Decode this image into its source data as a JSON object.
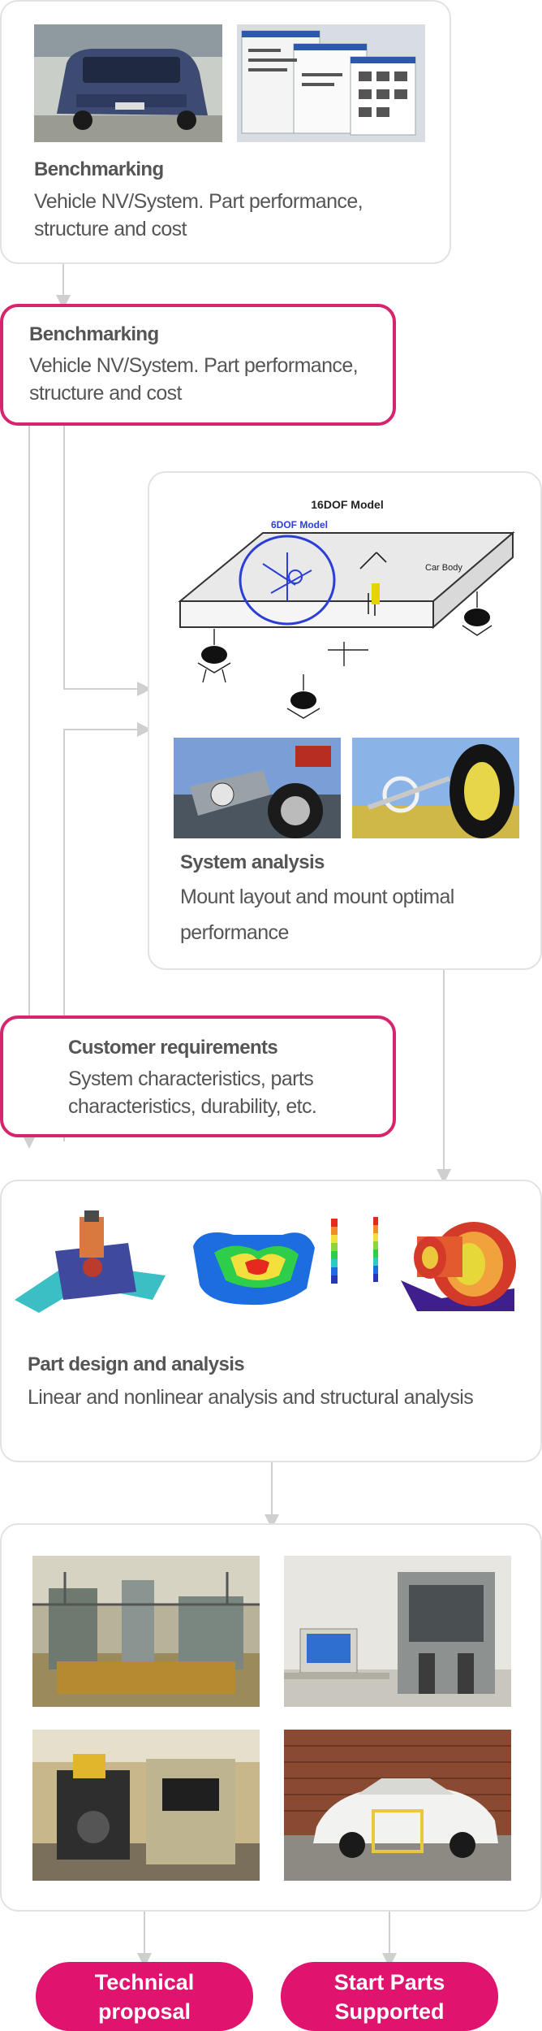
{
  "steps": {
    "benchmark_1": {
      "title": "Benchmarking",
      "line1": "Vehicle NV/System. Part performance,",
      "line2": "structure and cost"
    },
    "benchmark_2": {
      "title": "Benchmarking",
      "line1": "Vehicle NV/System. Part performance,",
      "line2": "structure and cost"
    },
    "system_analysis": {
      "title": "System analysis",
      "line1": "Mount layout and mount optimal",
      "line2": "performance",
      "diagram": {
        "outer_label": "16DOF Model",
        "inner_label": "6DOF Model",
        "car_body_label": "Car Body"
      }
    },
    "customer_requirements": {
      "title": "Customer requirements",
      "line1": "System characteristics, parts",
      "line2": "characteristics, durability, etc."
    },
    "part_design": {
      "title": "Part design and analysis",
      "line1": "Linear and nonlinear analysis and structural analysis"
    }
  },
  "outcomes": {
    "technical_proposal": {
      "line1": "Technical",
      "line2": "proposal"
    },
    "start_parts": {
      "line1": "Start Parts",
      "line2": "Supported"
    }
  },
  "colors": {
    "accent": "#e0136e",
    "border_accent": "#d6256e",
    "card_border": "#e2e2e2",
    "connector": "#cfcfcf"
  }
}
